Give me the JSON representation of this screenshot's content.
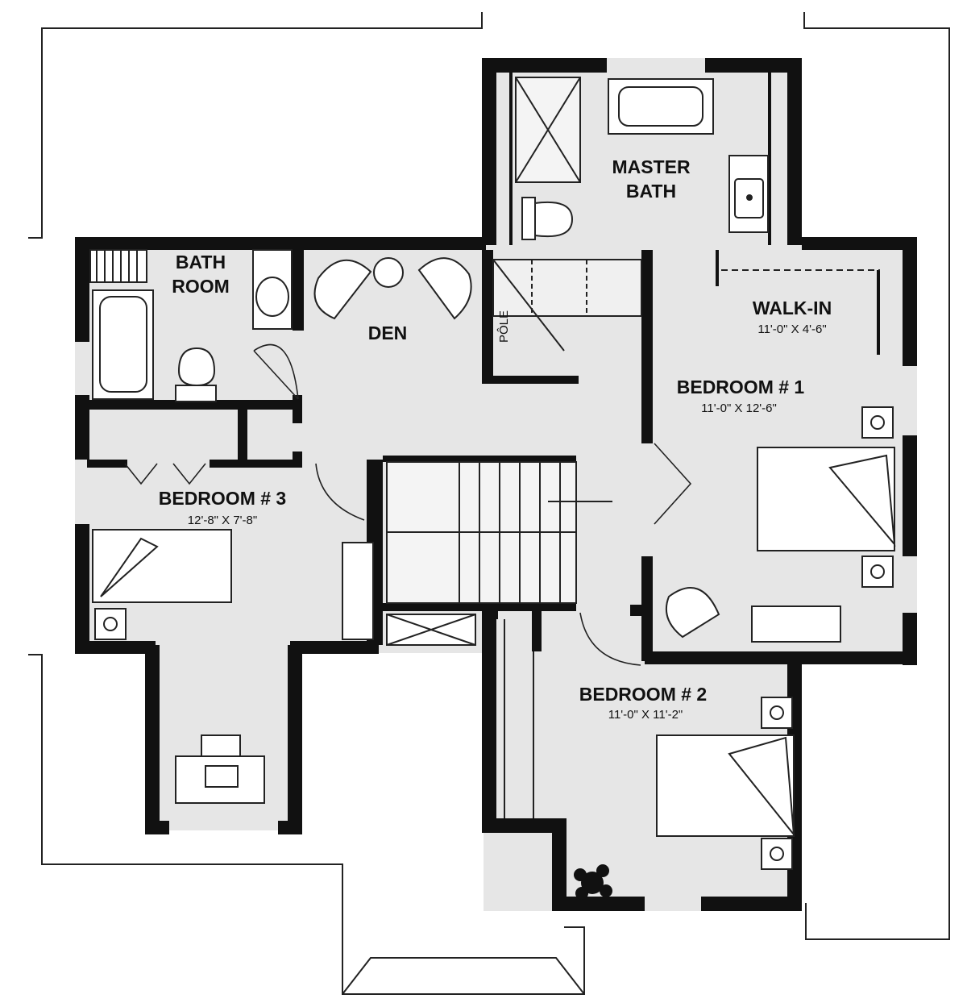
{
  "rooms": {
    "master_bath": {
      "line1": "MASTER",
      "line2": "BATH"
    },
    "bath_room": {
      "line1": "BATH",
      "line2": "ROOM"
    },
    "den": {
      "name": "DEN"
    },
    "walk_in": {
      "name": "WALK-IN",
      "dims": "11'-0\" X 4'-6\""
    },
    "bedroom1": {
      "name": "BEDROOM # 1",
      "dims": "11'-0\" X 12'-6\""
    },
    "bedroom2": {
      "name": "BEDROOM # 2",
      "dims": "11'-0\" X 11'-2\""
    },
    "bedroom3": {
      "name": "BEDROOM # 3",
      "dims": "12'-8\" X 7'-8\""
    }
  },
  "labels": {
    "pole": "PÔLE"
  },
  "colors": {
    "wall": "#111111",
    "floor": "#e6e6e6",
    "roof_line": "#222222",
    "background": "#ffffff"
  }
}
